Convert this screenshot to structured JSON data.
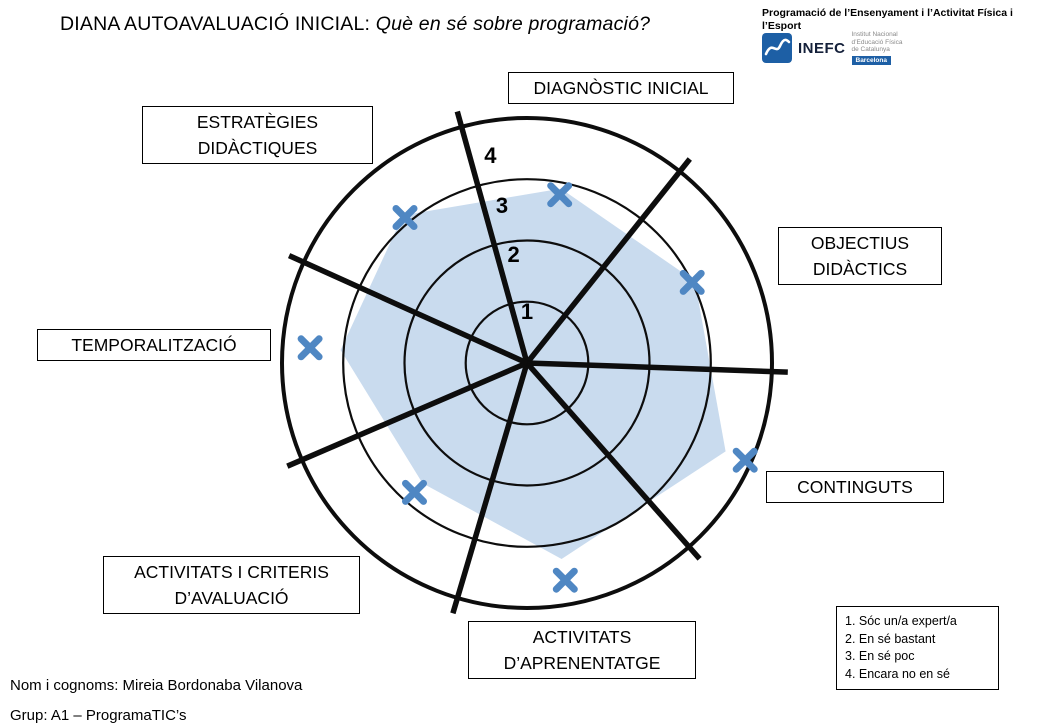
{
  "header": {
    "title_main": "DIANA AUTOAVALUACIÓ INICIAL: ",
    "title_italic": "Què en sé sobre programació?",
    "course": "Programació de l’Ensenyament i l’Activitat Física i l’Esport",
    "logo": {
      "name": "INEFC",
      "subtitle_lines": [
        "Institut Nacional",
        "d’Educació Física",
        "de Catalunya"
      ],
      "city": "Barcelona"
    }
  },
  "legend": {
    "items": [
      "1. Sóc un/a expert/a",
      "2. En sé bastant",
      "3. En sé poc",
      "4. Encara no en sé"
    ]
  },
  "footer": {
    "name_line": "Nom i cognoms: Mireia Bordonaba Vilanova",
    "group_line": "Grup: A1 – ProgramaTIC’s"
  },
  "chart_data": {
    "type": "radar",
    "title": "DIANA AUTOAVALUACIÓ INICIAL: Què en sé sobre programació?",
    "scale": {
      "min": 0,
      "max": 4,
      "ring_labels": [
        "1",
        "2",
        "3",
        "4"
      ],
      "ring_meanings": [
        "Sóc un/a expert/a",
        "En sé bastant",
        "En sé poc",
        "Encara no en sé"
      ]
    },
    "categories": [
      {
        "label": "DIAGNÒSTIC INICIAL",
        "axis_angle_deg": 79,
        "marker_value": 2.8,
        "fill_value": 2.9
      },
      {
        "label": "OBJECTIUS DIDÀCTICS",
        "axis_angle_deg": 26,
        "marker_value": 3.0,
        "fill_value": 3.05
      },
      {
        "label": "CONTINGUTS",
        "axis_angle_deg": -24,
        "marker_value": 3.9,
        "fill_value": 3.55
      },
      {
        "label": "ACTIVITATS D’APRENENTATGE",
        "axis_angle_deg": -80,
        "marker_value": 3.6,
        "fill_value": 3.25
      },
      {
        "label": "ACTIVITATS I CRITERIS D’AVALUACIÓ",
        "axis_angle_deg": -131,
        "marker_value": 2.8,
        "fill_value": 2.6
      },
      {
        "label": "TEMPORALITZACIÓ",
        "axis_angle_deg": 176,
        "marker_value": 3.55,
        "fill_value": 3.05
      },
      {
        "label": "ESTRATÈGIES DIDÀCTIQUES",
        "axis_angle_deg": 130,
        "marker_value": 3.1,
        "fill_value": 3.15
      }
    ],
    "spoke_angles_deg": [
      105.5,
      51.4,
      -2,
      -48.6,
      -106.5,
      -156.7,
      155.7
    ],
    "colors": {
      "marker": "#4f87c3",
      "fill": "#c9dbee",
      "line": "#0d0d0d"
    }
  }
}
